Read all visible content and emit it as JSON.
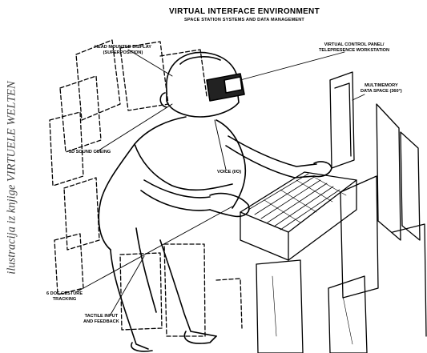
{
  "caption": "ilustracija iz knjige VIRTUELE WELTEN",
  "title": "VIRTUAL INTERFACE ENVIRONMENT",
  "subtitle": "SPACE STATION SYSTEMS AND DATA MANAGEMENT",
  "labels": {
    "head_display_1": "HEAD MOUNTED DISPLAY",
    "head_display_2": "(SUPERPOSITION)",
    "control_panel_1": "VIRTUAL CONTROL PANEL/",
    "control_panel_2": "TELEPRESENCE WORKSTATION",
    "data_space_1": "MULTIMEMORY",
    "data_space_2": "DATA SPACE (360°)",
    "sound_cueing": "3D SOUND CUEING",
    "voice": "VOICE (I/O)",
    "gesture_1": "6 DOF GESTURE",
    "gesture_2": "TRACKING",
    "tactile_1": "TACTILE INPUT",
    "tactile_2": "AND FEEDBACK"
  },
  "icons": [
    "helmet-figure",
    "keyboard-console",
    "floating-panels"
  ]
}
